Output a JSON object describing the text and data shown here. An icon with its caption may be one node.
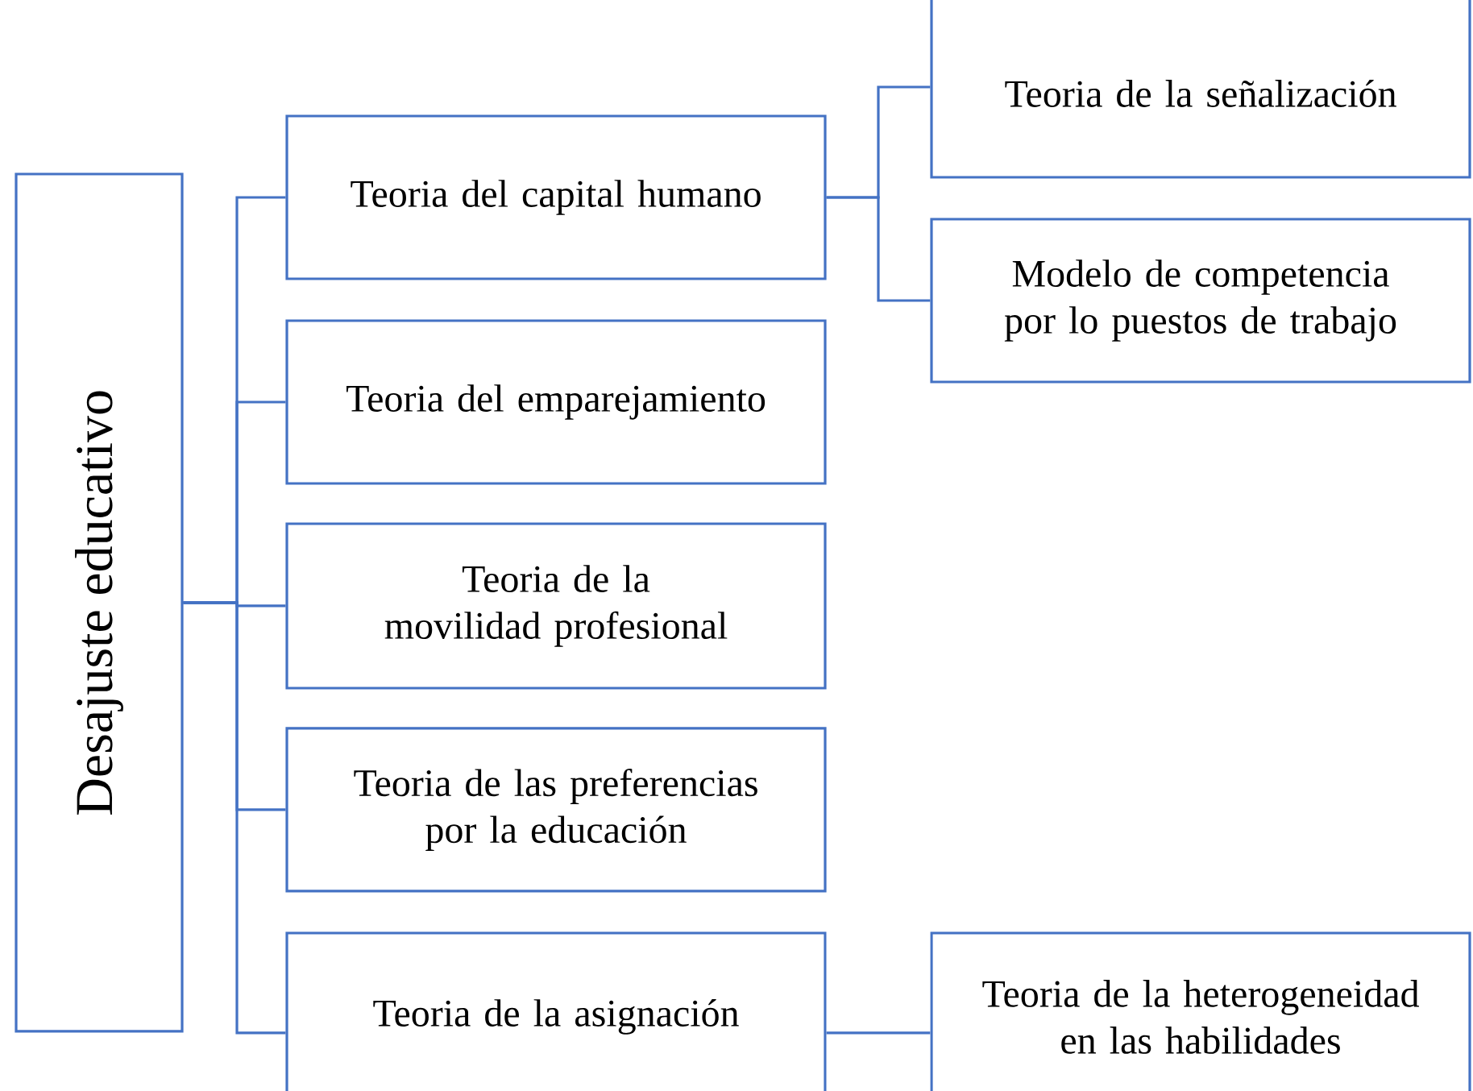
{
  "diagram": {
    "nodes": [
      {
        "text": [
          "Desajuste educativo"
        ]
      },
      {
        "text": [
          "Teoria del capital humano"
        ]
      },
      {
        "text": [
          "Teoria del emparejamiento"
        ]
      },
      {
        "text": [
          "Teoria de la movilidad profesional"
        ]
      },
      {
        "text": [
          "Teoria de las preferencias por la educación"
        ]
      },
      {
        "text": [
          "Teoria de la asignación"
        ]
      },
      {
        "text": [
          "Teoria de la señalización"
        ]
      },
      {
        "text": [
          "Modelo de competencia por lo puestos de trabajo"
        ]
      },
      {
        "text": [
          "Teoria de la heterogeneidad en las habilidades"
        ]
      }
    ],
    "edges": [
      {
        "from": 0,
        "to": 1,
        "arrow": "none"
      },
      {
        "from": 0,
        "to": 2,
        "arrow": "none"
      },
      {
        "from": 0,
        "to": 3,
        "arrow": "none"
      },
      {
        "from": 0,
        "to": 4,
        "arrow": "none"
      },
      {
        "from": 0,
        "to": 5,
        "arrow": "none"
      },
      {
        "from": 1,
        "to": 6,
        "arrow": "none"
      },
      {
        "from": 1,
        "to": 7,
        "arrow": "none"
      },
      {
        "from": 5,
        "to": 8,
        "arrow": "none"
      }
    ]
  }
}
